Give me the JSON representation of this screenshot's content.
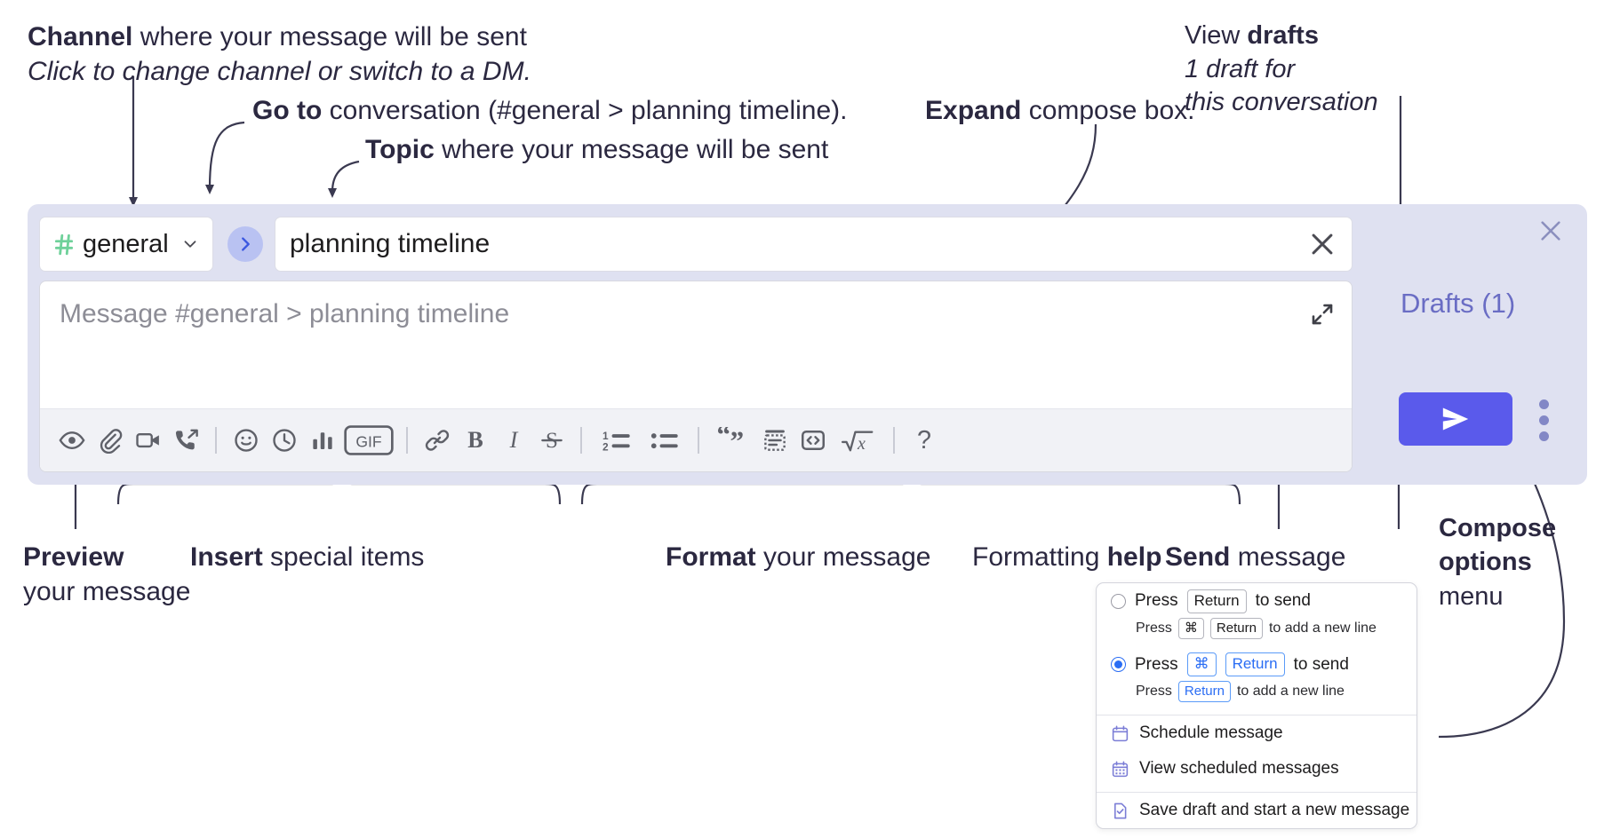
{
  "annotations": {
    "channel": {
      "bold": "Channel",
      "rest": " where your message will be sent",
      "italic": "Click to change channel or switch to a DM."
    },
    "goto": {
      "bold": "Go to",
      "rest": " conversation (#general > planning timeline)."
    },
    "topic": {
      "bold": "Topic",
      "rest": " where your message will be sent"
    },
    "expand": {
      "bold": "Expand",
      "rest": " compose box."
    },
    "drafts": {
      "bold_lead": "View ",
      "bold": "drafts",
      "italic1": "1 draft for",
      "italic2": "this conversation"
    },
    "preview": {
      "bold": "Preview",
      "line2": "your message"
    },
    "insert": {
      "bold": "Insert",
      "rest": " special items"
    },
    "format": {
      "bold": "Format",
      "rest": " your message"
    },
    "help": {
      "lead": "Formatting ",
      "bold": "help"
    },
    "send": {
      "bold": "Send",
      "rest": " message"
    },
    "compose_options": {
      "bold1": "Compose",
      "bold2": "options",
      "plain": "menu"
    }
  },
  "compose": {
    "channel": {
      "name": "general",
      "hash_icon": "hash-icon",
      "chevron_icon": "chevron-down-icon"
    },
    "goto_icon": "chevron-right-icon",
    "topic": {
      "value": "planning timeline",
      "clear_icon": "close-icon"
    },
    "message": {
      "placeholder": "Message #general > planning timeline",
      "value": ""
    },
    "expand_icon": "expand-icon",
    "close_icon": "close-icon",
    "drafts_label": "Drafts (1)",
    "send_icon": "send-paper-plane-icon",
    "kebab_icon": "more-vertical-icon",
    "toolbar": [
      {
        "name": "preview-button",
        "icon": "eye-icon",
        "type": "icon"
      },
      {
        "name": "attach-file-button",
        "icon": "paperclip-icon",
        "type": "icon"
      },
      {
        "name": "video-clip-button",
        "icon": "video-camera-icon",
        "type": "icon"
      },
      {
        "name": "audio-clip-button",
        "icon": "phone-forward-icon",
        "type": "icon"
      },
      {
        "name": "separator-1",
        "icon": "divider",
        "type": "sep"
      },
      {
        "name": "emoji-button",
        "icon": "smiley-icon",
        "type": "icon"
      },
      {
        "name": "reminder-button",
        "icon": "clock-icon",
        "type": "icon"
      },
      {
        "name": "poll-button",
        "icon": "bar-chart-icon",
        "type": "icon"
      },
      {
        "name": "gif-button",
        "icon": "gif-icon",
        "type": "icon",
        "label": "GIF"
      },
      {
        "name": "separator-2",
        "icon": "divider",
        "type": "sep"
      },
      {
        "name": "link-button",
        "icon": "link-icon",
        "type": "icon"
      },
      {
        "name": "bold-button",
        "icon": "bold-icon",
        "type": "icon",
        "label": "B"
      },
      {
        "name": "italic-button",
        "icon": "italic-icon",
        "type": "icon",
        "label": "I"
      },
      {
        "name": "strikethrough-button",
        "icon": "strikethrough-icon",
        "type": "icon",
        "label": "S"
      },
      {
        "name": "separator-3",
        "icon": "divider",
        "type": "sep"
      },
      {
        "name": "ordered-list-button",
        "icon": "ordered-list-icon",
        "type": "icon"
      },
      {
        "name": "bulleted-list-button",
        "icon": "bulleted-list-icon",
        "type": "icon"
      },
      {
        "name": "separator-4",
        "icon": "divider",
        "type": "sep"
      },
      {
        "name": "blockquote-button",
        "icon": "quote-icon",
        "type": "icon"
      },
      {
        "name": "code-block-button",
        "icon": "code-block-icon",
        "type": "icon"
      },
      {
        "name": "inline-code-button",
        "icon": "code-brackets-icon",
        "type": "icon"
      },
      {
        "name": "latex-button",
        "icon": "square-root-x-icon",
        "type": "icon"
      },
      {
        "name": "separator-5",
        "icon": "divider",
        "type": "sep"
      },
      {
        "name": "formatting-help-button",
        "icon": "question-mark-icon",
        "type": "icon",
        "label": "?"
      }
    ]
  },
  "compose_menu": {
    "option_return": {
      "selected": false,
      "line_pre": "Press",
      "key": "Return",
      "line_post": "to send",
      "sub_pre": "Press",
      "sub_key1": "⌘",
      "sub_key2": "Return",
      "sub_post": "to add a new line"
    },
    "option_cmd_return": {
      "selected": true,
      "line_pre": "Press",
      "key1": "⌘",
      "key2": "Return",
      "line_post": "to send",
      "sub_pre": "Press",
      "sub_key": "Return",
      "sub_post": "to add a new line"
    },
    "items": [
      {
        "name": "schedule-message",
        "label": "Schedule message",
        "icon": "calendar-clock-icon"
      },
      {
        "name": "view-scheduled-messages",
        "label": "View scheduled messages",
        "icon": "calendar-grid-icon"
      },
      {
        "name": "save-draft-new-message",
        "label": "Save draft and start a new message",
        "icon": "file-check-icon"
      }
    ]
  },
  "colors": {
    "widget_bg": "#dfe1f1",
    "accent_purple": "#5a5aeb",
    "drafts_text": "#6a6dc4",
    "hash_green": "#6fd19a",
    "goto_bg": "#b9c2f2",
    "toolbar_bg": "#f1f2f6",
    "annotation_text": "#2b2840",
    "radio_blue": "#2a6df4"
  }
}
